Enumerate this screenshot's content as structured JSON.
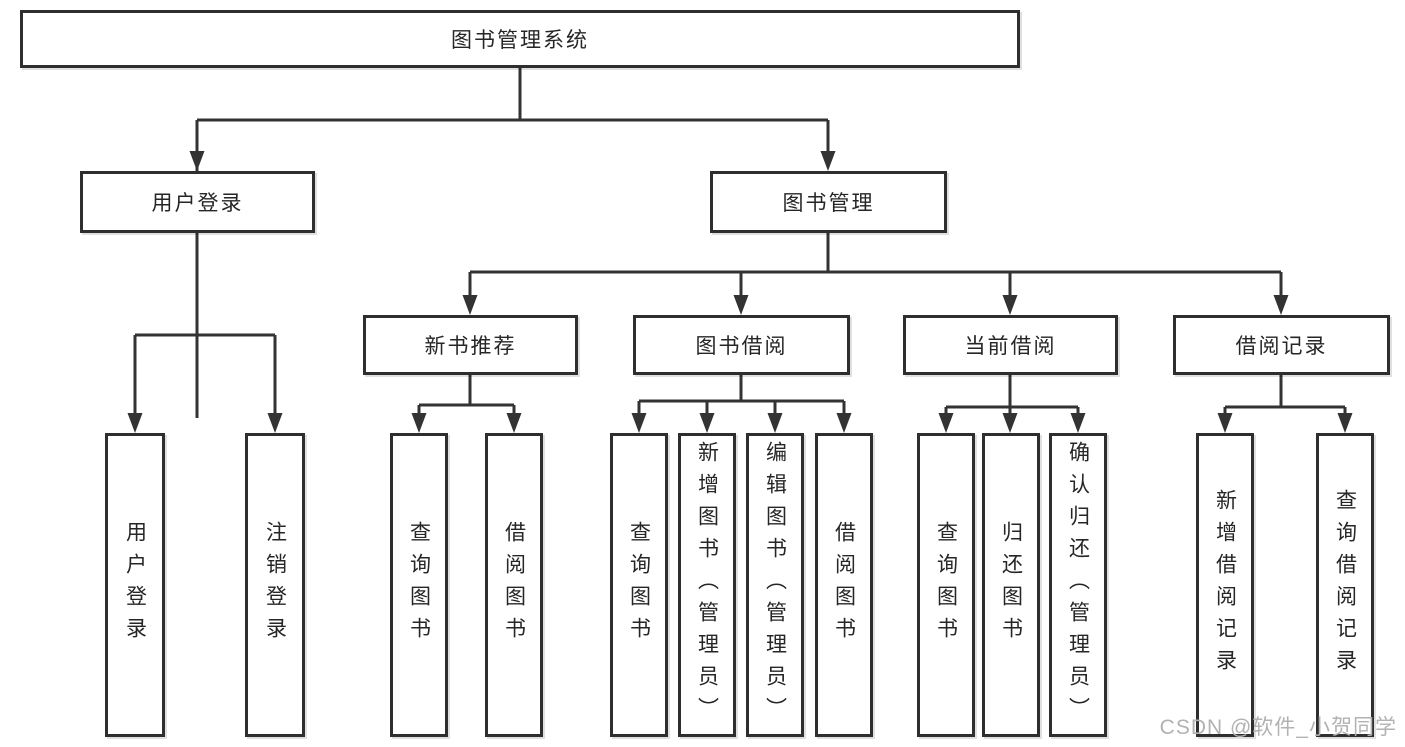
{
  "tree": {
    "root": {
      "label": "图书管理系统"
    },
    "branches": [
      {
        "label": "用户登录",
        "children": [
          {
            "label": "用户登录"
          },
          {
            "label": "注销登录"
          }
        ]
      },
      {
        "label": "图书管理",
        "children": [
          {
            "label": "新书推荐",
            "children": [
              {
                "label": "查询图书"
              },
              {
                "label": "借阅图书"
              }
            ]
          },
          {
            "label": "图书借阅",
            "children": [
              {
                "label": "查询图书"
              },
              {
                "label": "新增图书（管理员）"
              },
              {
                "label": "编辑图书（管理员）"
              },
              {
                "label": "借阅图书"
              }
            ]
          },
          {
            "label": "当前借阅",
            "children": [
              {
                "label": "查询图书"
              },
              {
                "label": "归还图书"
              },
              {
                "label": "确认归还（管理员）"
              }
            ]
          },
          {
            "label": "借阅记录",
            "children": [
              {
                "label": "新增借阅记录"
              },
              {
                "label": "查询借阅记录"
              }
            ]
          }
        ]
      }
    ]
  },
  "watermark": "CSDN @软件_小贺同学",
  "colors": {
    "line": "#333333",
    "box_border": "#2e2e2e",
    "text": "#262626",
    "watermark": "#b2b2b2",
    "background": "#ffffff"
  }
}
